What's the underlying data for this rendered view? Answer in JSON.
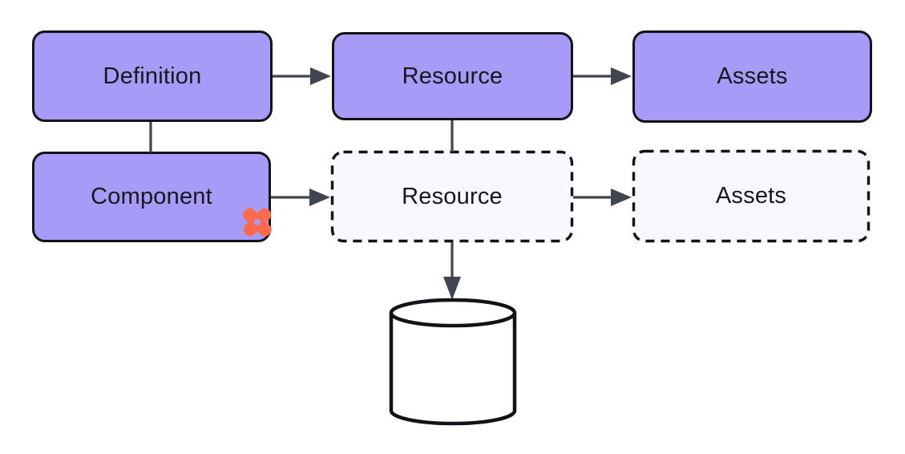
{
  "diagram": {
    "nodes": [
      {
        "id": "definition",
        "label": "Definition",
        "style": "solid"
      },
      {
        "id": "resource-top",
        "label": "Resource",
        "style": "solid"
      },
      {
        "id": "assets-top",
        "label": "Assets",
        "style": "solid"
      },
      {
        "id": "component",
        "label": "Component",
        "style": "solid",
        "badge_icon": "dbt-logo-icon"
      },
      {
        "id": "resource-materialized",
        "label": "Resource",
        "style": "dashed"
      },
      {
        "id": "assets-materialized",
        "label": "Assets",
        "style": "dashed"
      },
      {
        "id": "database",
        "label": "",
        "shape": "cylinder"
      }
    ],
    "edges": [
      {
        "from": "definition",
        "to": "resource-top",
        "arrow": true
      },
      {
        "from": "resource-top",
        "to": "assets-top",
        "arrow": true
      },
      {
        "from": "definition",
        "to": "component",
        "arrow": false
      },
      {
        "from": "resource-top",
        "to": "resource-materialized",
        "arrow": false
      },
      {
        "from": "component",
        "to": "resource-materialized",
        "arrow": true
      },
      {
        "from": "resource-materialized",
        "to": "assets-materialized",
        "arrow": true
      },
      {
        "from": "resource-materialized",
        "to": "database",
        "arrow": true
      }
    ],
    "colors": {
      "node_fill": "#a69bf7",
      "dashed_fill": "#f7f7fc",
      "border": "#121217",
      "connector": "#3f4650",
      "badge": "#ff694b",
      "background": "#ffffff",
      "text": "#17171c"
    }
  }
}
